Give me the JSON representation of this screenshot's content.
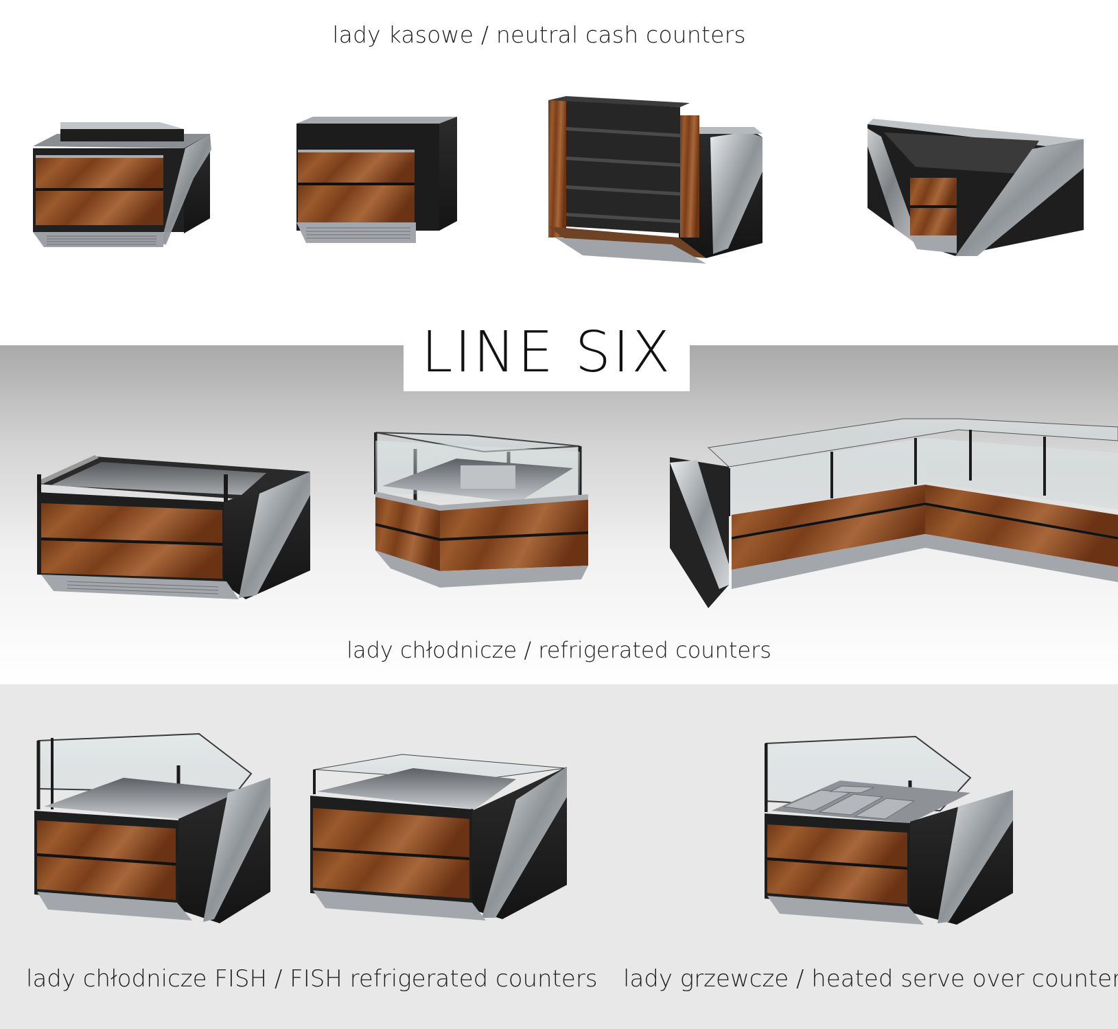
{
  "captions": {
    "cash": "lady kasowe / neutral cash counters",
    "refrigerated": "lady chłodnicze / refrigerated counters",
    "fish": "lady chłodnicze FISH / FISH refrigerated counters",
    "heated": "lady grzewcze / heated serve over counters"
  },
  "title": "LINE SIX",
  "colors": {
    "wood": "#8a4a23",
    "wood_dark": "#6a3414",
    "cabinet": "#1c1c1c",
    "steel": "#b9bdc1",
    "band_bottom": "#e8e8e8"
  }
}
